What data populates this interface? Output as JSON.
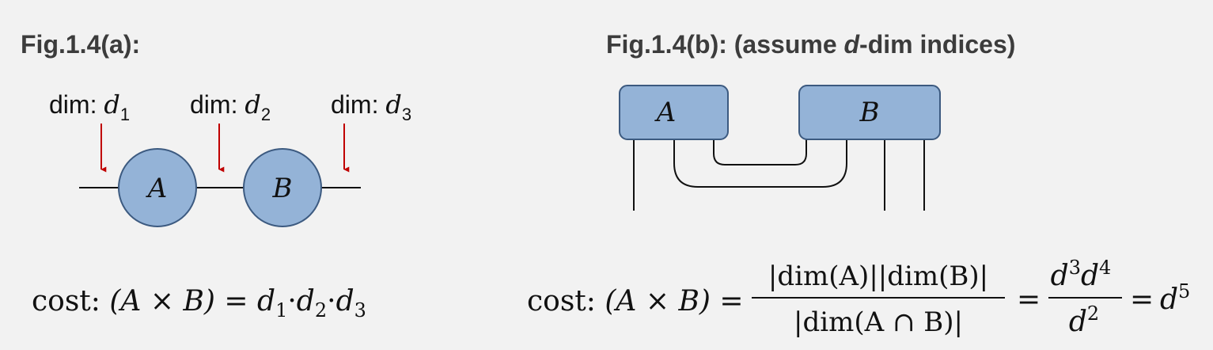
{
  "colors": {
    "background": "#f2f2f2",
    "node_fill": "#94b3d7",
    "node_stroke": "#3c5a80",
    "arrow": "#c00000",
    "line": "#111111",
    "heading": "#3c3c3c"
  },
  "fig_a": {
    "title": "Fig.1.4(a):",
    "dim_prefix": "dim: ",
    "dims": [
      {
        "var": "d",
        "sub": "1"
      },
      {
        "var": "d",
        "sub": "2"
      },
      {
        "var": "d",
        "sub": "3"
      }
    ],
    "nodes": [
      "A",
      "B"
    ],
    "cost": {
      "prefix": "cost: ",
      "expr": "(A × B) = ",
      "terms": [
        {
          "var": "d",
          "sub": "1"
        },
        {
          "var": "d",
          "sub": "2"
        },
        {
          "var": "d",
          "sub": "3"
        }
      ],
      "sep": "·"
    }
  },
  "fig_b": {
    "title_pre": "Fig.1.4(b): (assume ",
    "title_var": "d",
    "title_post": "-dim indices)",
    "nodes": [
      "A",
      "B"
    ],
    "cost": {
      "prefix": "cost: ",
      "expr": "(A × B) = ",
      "frac1_num": "|dim(A)||dim(B)|",
      "frac1_den": "|dim(A ∩ B)|",
      "eq": "=",
      "frac2_num_base1": "d",
      "frac2_num_exp1": "3",
      "frac2_num_base2": "d",
      "frac2_num_exp2": "4",
      "frac2_den_base": "d",
      "frac2_den_exp": "2",
      "result_base": "d",
      "result_exp": "5"
    }
  }
}
